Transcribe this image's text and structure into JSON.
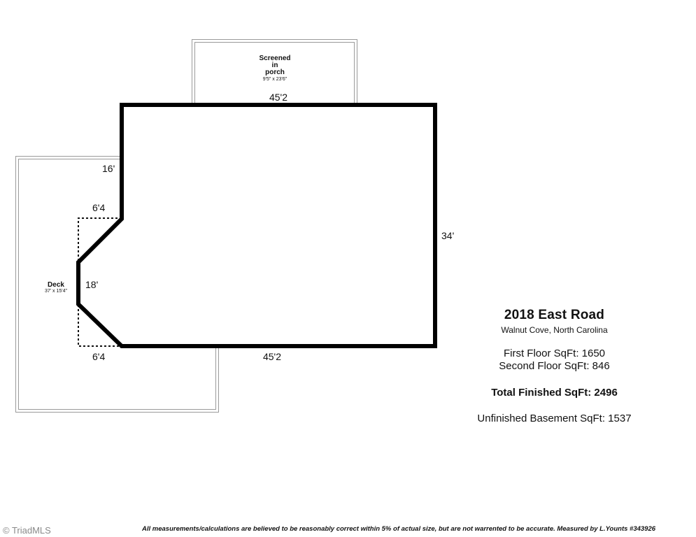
{
  "rooms": {
    "porch": {
      "line1": "Screened",
      "line2": "in",
      "line3": "porch",
      "size": "9'5\" x 23'6\""
    },
    "deck": {
      "name": "Deck",
      "size": "37' x 15'4\""
    }
  },
  "dimensions": {
    "top": "45'2",
    "bottom": "45'2",
    "right": "34'",
    "left_upper": "16'",
    "notch_top": "6'4",
    "notch_side": "18'",
    "notch_bottom": "6'4"
  },
  "property": {
    "address": "2018 East Road",
    "city": "Walnut Cove, North Carolina",
    "first_floor": "First Floor SqFt: 1650",
    "second_floor": "Second Floor SqFt: 846",
    "total_finished": "Total Finished SqFt: 2496",
    "unfinished_basement": "Unfinished Basement SqFt: 1537"
  },
  "footer": {
    "copyright": "© TriadMLS",
    "disclaimer": "All measurements/calculations are believed to be reasonably correct within 5% of actual size, but are not warrented to be accurate. Measured by L.Younts #343926"
  }
}
